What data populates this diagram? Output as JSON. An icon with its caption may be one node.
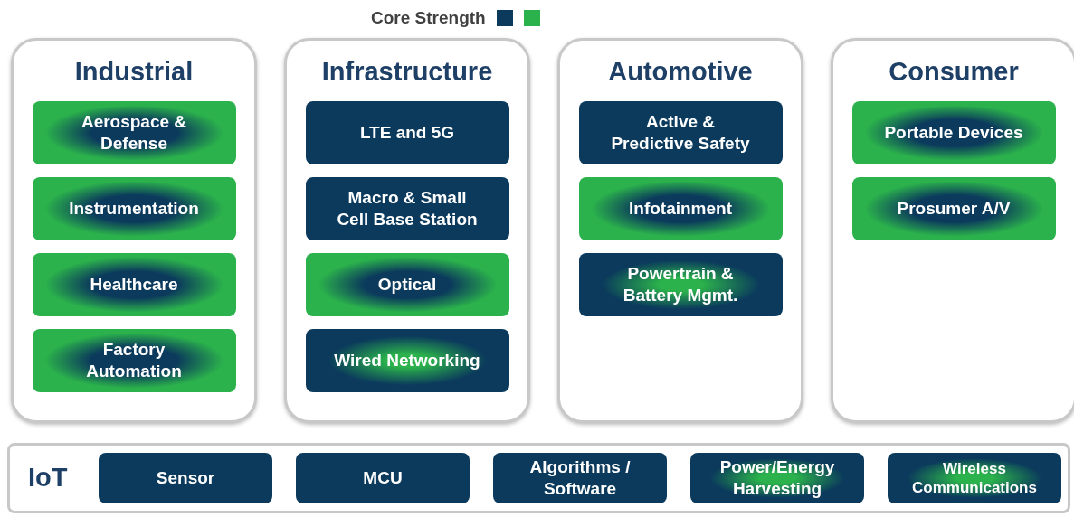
{
  "diagram": {
    "nodes": [
      {
        "text": [
          "Industrial"
        ]
      },
      {
        "text": [
          "Aerospace & Defense"
        ],
        "in": 0
      },
      {
        "text": [
          "Instrumentation"
        ],
        "in": 0
      },
      {
        "text": [
          "Healthcare"
        ],
        "in": 0
      },
      {
        "text": [
          "Factory Automation"
        ],
        "in": 0
      },
      {
        "text": [
          "Infrastructure"
        ]
      },
      {
        "text": [
          "LTE and 5G"
        ],
        "in": 5
      },
      {
        "text": [
          "Macro & Small Cell Base Station"
        ],
        "in": 5
      },
      {
        "text": [
          "Optical"
        ],
        "in": 5
      },
      {
        "text": [
          "Wired Networking"
        ],
        "in": 5
      },
      {
        "text": [
          "Automotive"
        ]
      },
      {
        "text": [
          "Active & Predictive Safety"
        ],
        "in": 10
      },
      {
        "text": [
          "Infotainment"
        ],
        "in": 10
      },
      {
        "text": [
          "Powertrain & Battery Mgmt."
        ],
        "in": 10
      },
      {
        "text": [
          "Consumer"
        ]
      },
      {
        "text": [
          "Portable Devices"
        ],
        "in": 14
      },
      {
        "text": [
          "Prosumer A/V"
        ],
        "in": 14
      },
      {
        "text": [
          "IoT"
        ]
      },
      {
        "text": [
          "Sensor"
        ],
        "in": 17
      },
      {
        "text": [
          "MCU"
        ],
        "in": 17
      },
      {
        "text": [
          "Algorithms / Software"
        ],
        "in": 17
      },
      {
        "text": [
          "Power/Energy Harvesting"
        ],
        "in": 17
      },
      {
        "text": [
          "Wireless Communications"
        ],
        "in": 17
      }
    ],
    "labels": [
      "Core Strength"
    ]
  }
}
